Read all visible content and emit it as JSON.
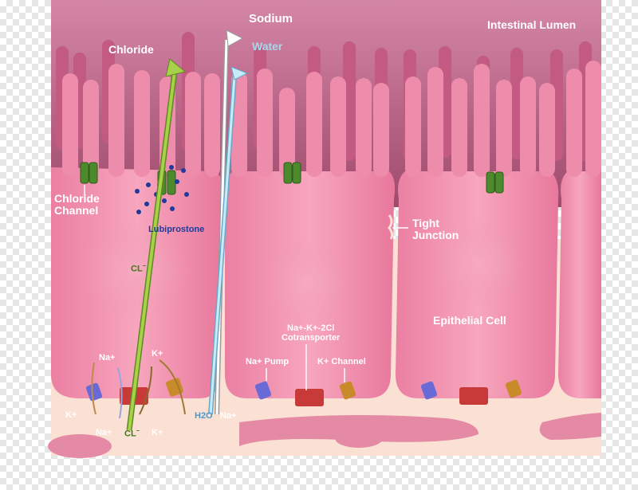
{
  "labels": {
    "sodium": "Sodium",
    "water": "Water",
    "chloride": "Chloride",
    "intestinal_lumen": "Intestinal Lumen",
    "chloride_channel_line1": "Chloride",
    "chloride_channel_line2": "Channel",
    "lubiprostone": "Lubiprostone",
    "cl_ion": "CL",
    "tight_junction_line1": "Tight",
    "tight_junction_line2": "Junction",
    "epithelial_cell": "Epithelial Cell",
    "cotransporter_line1": "Na+-K+-2Cl",
    "cotransporter_line2": "Cotransporter",
    "na_pump": "Na+ Pump",
    "k_channel": "K+ Channel",
    "na_plus_top": "Na+",
    "k_plus_top": "K+",
    "k_plus_left": "K+",
    "na_plus_bottom": "Na+",
    "cl_bottom": "CL",
    "k_plus_bottom": "K+",
    "h2o": "H2O",
    "na_plus_right": "Na+"
  },
  "colors": {
    "lumen": "#c06a8c",
    "cell": "#f2a0b8",
    "cell_dark": "#e07a9a",
    "interstitial": "#fbe0d4",
    "chloride_arrow": "#8dbf3a",
    "water_arrow": "#a8d6ea",
    "channel_green": "#4d8a2e",
    "lubiprostone_dot": "#1f3a9a",
    "pump_blue": "#6a6ad6",
    "cotransporter_red": "#c83a3a",
    "k_channel_orange": "#c98a2a"
  }
}
